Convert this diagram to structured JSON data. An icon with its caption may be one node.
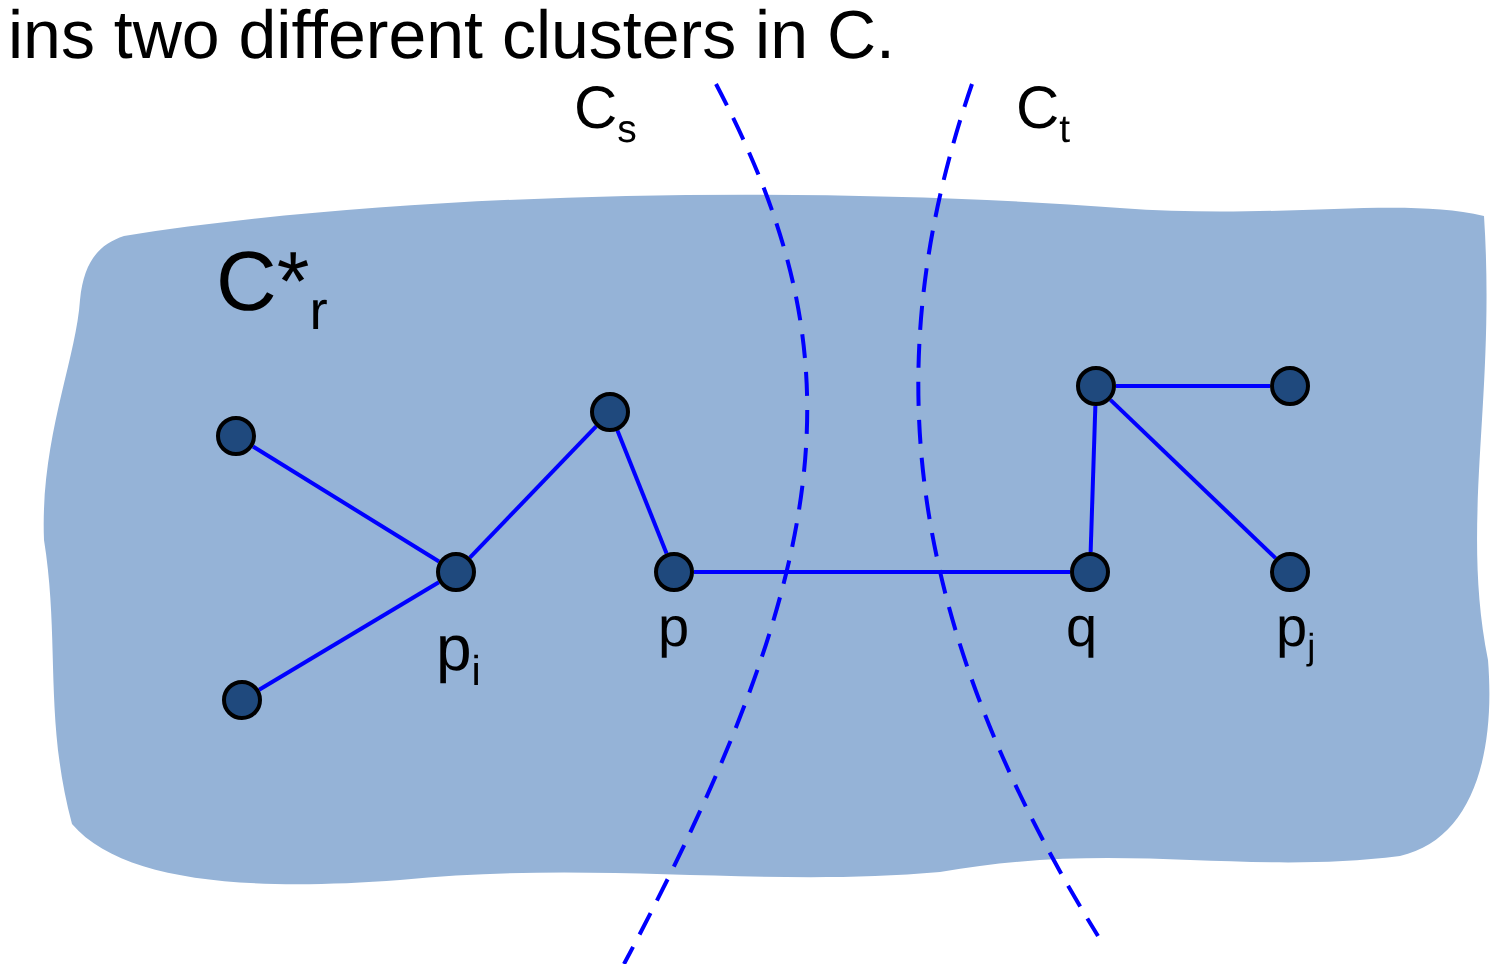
{
  "diagram": {
    "nodes": [
      {
        "text": [
          "C*$_{r}$"
        ]
      },
      {
        "text": [],
        "shape": "circle",
        "in": 0
      },
      {
        "text": [],
        "shape": "circle",
        "in": 0
      },
      {
        "text": [],
        "shape": "circle",
        "in": 0,
        "beside": [
          "p$_{i}$"
        ]
      },
      {
        "text": [],
        "shape": "circle",
        "in": 0
      },
      {
        "text": [],
        "shape": "circle",
        "in": 0,
        "beside": [
          "p"
        ]
      },
      {
        "text": [],
        "shape": "circle",
        "in": 0,
        "beside": [
          "q"
        ]
      },
      {
        "text": [],
        "shape": "circle",
        "in": 0
      },
      {
        "text": [],
        "shape": "circle",
        "in": 0
      },
      {
        "text": [],
        "shape": "circle",
        "in": 0,
        "beside": [
          "p$_{j}$"
        ]
      }
    ],
    "edges": [
      {
        "from": 1,
        "to": 3,
        "arrow": "none"
      },
      {
        "from": 2,
        "to": 3,
        "arrow": "none"
      },
      {
        "from": 3,
        "to": 4,
        "arrow": "none"
      },
      {
        "from": 4,
        "to": 5,
        "arrow": "none"
      },
      {
        "from": 5,
        "to": 6,
        "arrow": "none"
      },
      {
        "from": 6,
        "to": 7,
        "arrow": "none"
      },
      {
        "from": 7,
        "to": 8,
        "arrow": "none"
      },
      {
        "from": 7,
        "to": 9,
        "arrow": "none"
      }
    ],
    "labels": [
      "ins two different clusters in C.",
      "C$_{s}$",
      "C$_{t}$"
    ]
  }
}
